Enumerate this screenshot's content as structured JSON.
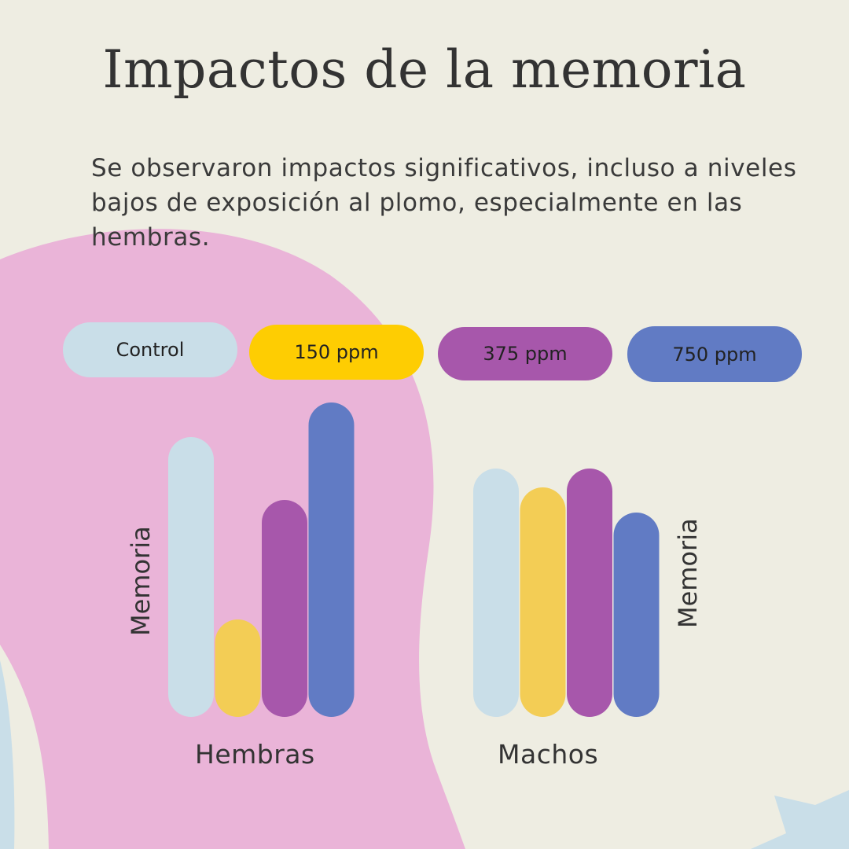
{
  "title": "Impactos de la memoria",
  "subtitle": "Se observaron impactos significativos, incluso a niveles bajos de exposición al plomo, especialmente en las hembras.",
  "colors": {
    "background": "#eeede2",
    "pink": "#eab4d8",
    "control": "#c9dee8",
    "ppm150": "#f3cd55",
    "ppm375": "#a757ab",
    "ppm750": "#617bc4",
    "legend150": "#fecd02"
  },
  "chart_data": {
    "type": "bar",
    "title": "Impactos de la memoria",
    "categories": [
      "Hembras",
      "Machos"
    ],
    "legend": [
      "Control",
      "150 ppm",
      "375 ppm",
      "750 ppm"
    ],
    "legend_placement": "top",
    "ylabel": "Memoria",
    "xlabel": "",
    "ylim": [
      0,
      100
    ],
    "grid": false,
    "series": [
      {
        "name": "Control",
        "values": [
          89,
          79
        ]
      },
      {
        "name": "150 ppm",
        "values": [
          31,
          73
        ]
      },
      {
        "name": "375 ppm",
        "values": [
          69,
          79
        ]
      },
      {
        "name": "750 ppm",
        "values": [
          100,
          65
        ]
      }
    ]
  }
}
